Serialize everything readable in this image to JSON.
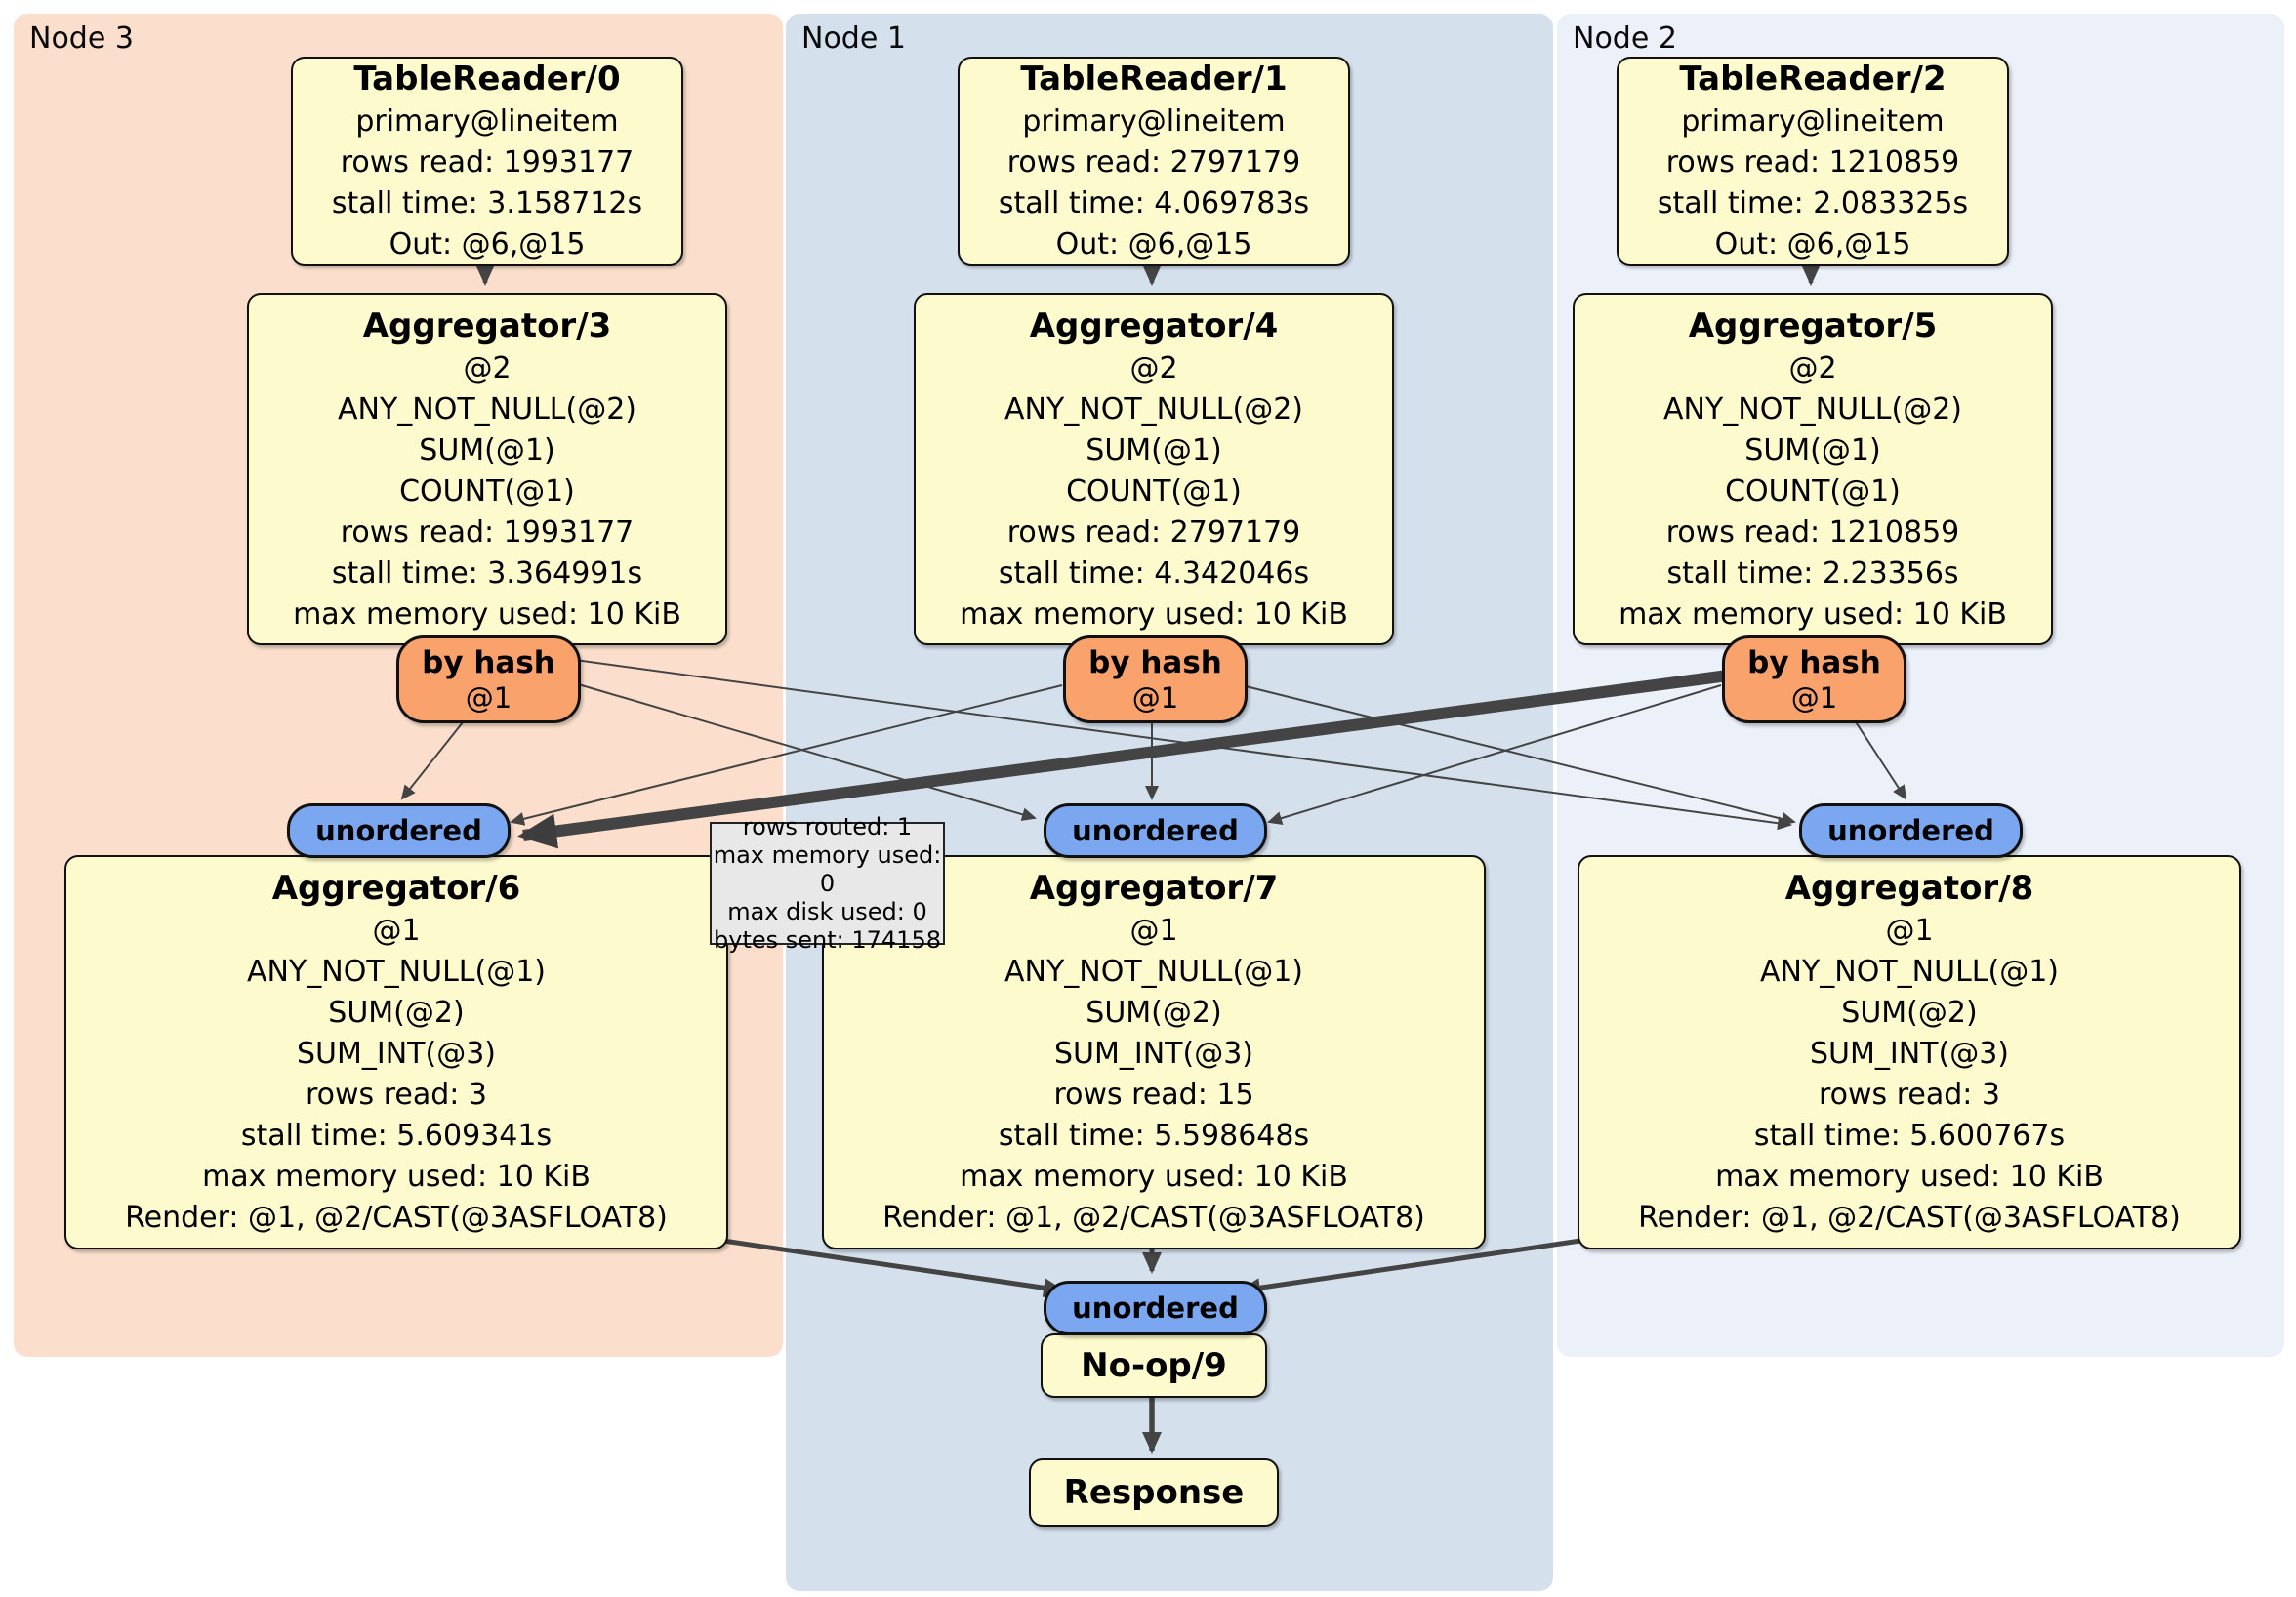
{
  "regions": {
    "node3": {
      "label": "Node 3"
    },
    "node1": {
      "label": "Node 1"
    },
    "node2": {
      "label": "Node 2"
    }
  },
  "nodes": {
    "tr0": {
      "title": "TableReader/0",
      "lines": [
        "primary@lineitem",
        "rows read: 1993177",
        "stall time: 3.158712s",
        "Out: @6,@15"
      ]
    },
    "tr1": {
      "title": "TableReader/1",
      "lines": [
        "primary@lineitem",
        "rows read: 2797179",
        "stall time: 4.069783s",
        "Out: @6,@15"
      ]
    },
    "tr2": {
      "title": "TableReader/2",
      "lines": [
        "primary@lineitem",
        "rows read: 1210859",
        "stall time: 2.083325s",
        "Out: @6,@15"
      ]
    },
    "agg3": {
      "title": "Aggregator/3",
      "lines": [
        "@2",
        "ANY_NOT_NULL(@2)",
        "SUM(@1)",
        "COUNT(@1)",
        "rows read: 1993177",
        "stall time: 3.364991s",
        "max memory used: 10 KiB"
      ]
    },
    "agg4": {
      "title": "Aggregator/4",
      "lines": [
        "@2",
        "ANY_NOT_NULL(@2)",
        "SUM(@1)",
        "COUNT(@1)",
        "rows read: 2797179",
        "stall time: 4.342046s",
        "max memory used: 10 KiB"
      ]
    },
    "agg5": {
      "title": "Aggregator/5",
      "lines": [
        "@2",
        "ANY_NOT_NULL(@2)",
        "SUM(@1)",
        "COUNT(@1)",
        "rows read: 1210859",
        "stall time: 2.23356s",
        "max memory used: 10 KiB"
      ]
    },
    "agg6": {
      "title": "Aggregator/6",
      "lines": [
        "@1",
        "ANY_NOT_NULL(@1)",
        "SUM(@2)",
        "SUM_INT(@3)",
        "rows read: 3",
        "stall time: 5.609341s",
        "max memory used: 10 KiB",
        "Render: @1, @2/CAST(@3ASFLOAT8)"
      ]
    },
    "agg7": {
      "title": "Aggregator/7",
      "lines": [
        "@1",
        "ANY_NOT_NULL(@1)",
        "SUM(@2)",
        "SUM_INT(@3)",
        "rows read: 15",
        "stall time: 5.598648s",
        "max memory used: 10 KiB",
        "Render: @1, @2/CAST(@3ASFLOAT8)"
      ]
    },
    "agg8": {
      "title": "Aggregator/8",
      "lines": [
        "@1",
        "ANY_NOT_NULL(@1)",
        "SUM(@2)",
        "SUM_INT(@3)",
        "rows read: 3",
        "stall time: 5.600767s",
        "max memory used: 10 KiB",
        "Render: @1, @2/CAST(@3ASFLOAT8)"
      ]
    },
    "noop": {
      "title": "No-op/9"
    },
    "response": {
      "title": "Response"
    }
  },
  "router": {
    "by_hash_label": "by hash",
    "by_hash_sub": "@1",
    "unordered_label": "unordered"
  },
  "edge_tooltip": {
    "lines": [
      "rows routed: 1",
      "max memory used: 0",
      "max disk used: 0",
      "bytes sent: 174158"
    ]
  },
  "colors": {
    "node3_bg": "#fbdfcc",
    "node1_bg": "#d4e0ec",
    "node2_bg": "#ecf0f8",
    "process_box_bg": "#fdfbcd",
    "hash_router_bg": "#f9a26b",
    "stream_pill_bg": "#7aa7ef",
    "tooltip_bg": "#e8e8e8",
    "edge": "#444444"
  }
}
